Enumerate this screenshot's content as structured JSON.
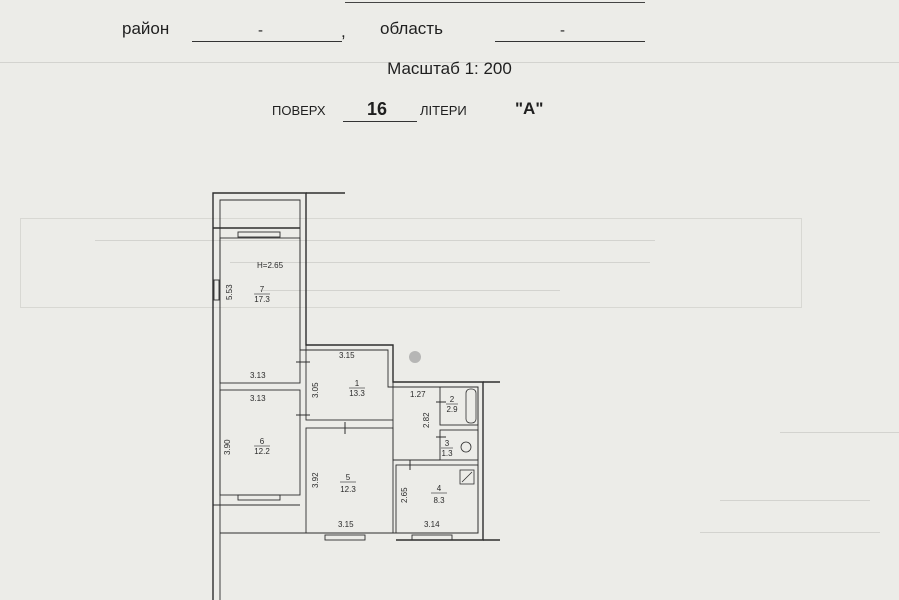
{
  "header": {
    "rayon_label": "район",
    "rayon_value": "-",
    "rayon_comma": ",",
    "oblast_label": "область",
    "oblast_value": "-",
    "scale_text": "Масштаб 1: 200",
    "floor_label": "ПОВЕРХ",
    "floor_value": "16",
    "letter_label": "ЛІТЕРИ",
    "letter_value": "\"А\""
  },
  "plan": {
    "height_note": "H=2.65",
    "rooms": [
      {
        "number": "7",
        "area": "17.3"
      },
      {
        "number": "1",
        "area": "13.3"
      },
      {
        "number": "2",
        "area": "2.9"
      },
      {
        "number": "3",
        "area": "1.3"
      },
      {
        "number": "6",
        "area": "12.2"
      },
      {
        "number": "5",
        "area": "12.3"
      },
      {
        "number": "4",
        "area": "8.3"
      }
    ],
    "dims": {
      "d553": "5.53",
      "d313a": "3.13",
      "d313b": "3.13",
      "d390": "3.90",
      "d315a": "3.15",
      "d305": "3.05",
      "d127": "1.27",
      "d282": "2.82",
      "d392": "3.92",
      "d265": "2.65",
      "d315b": "3.15",
      "d314": "3.14"
    }
  }
}
